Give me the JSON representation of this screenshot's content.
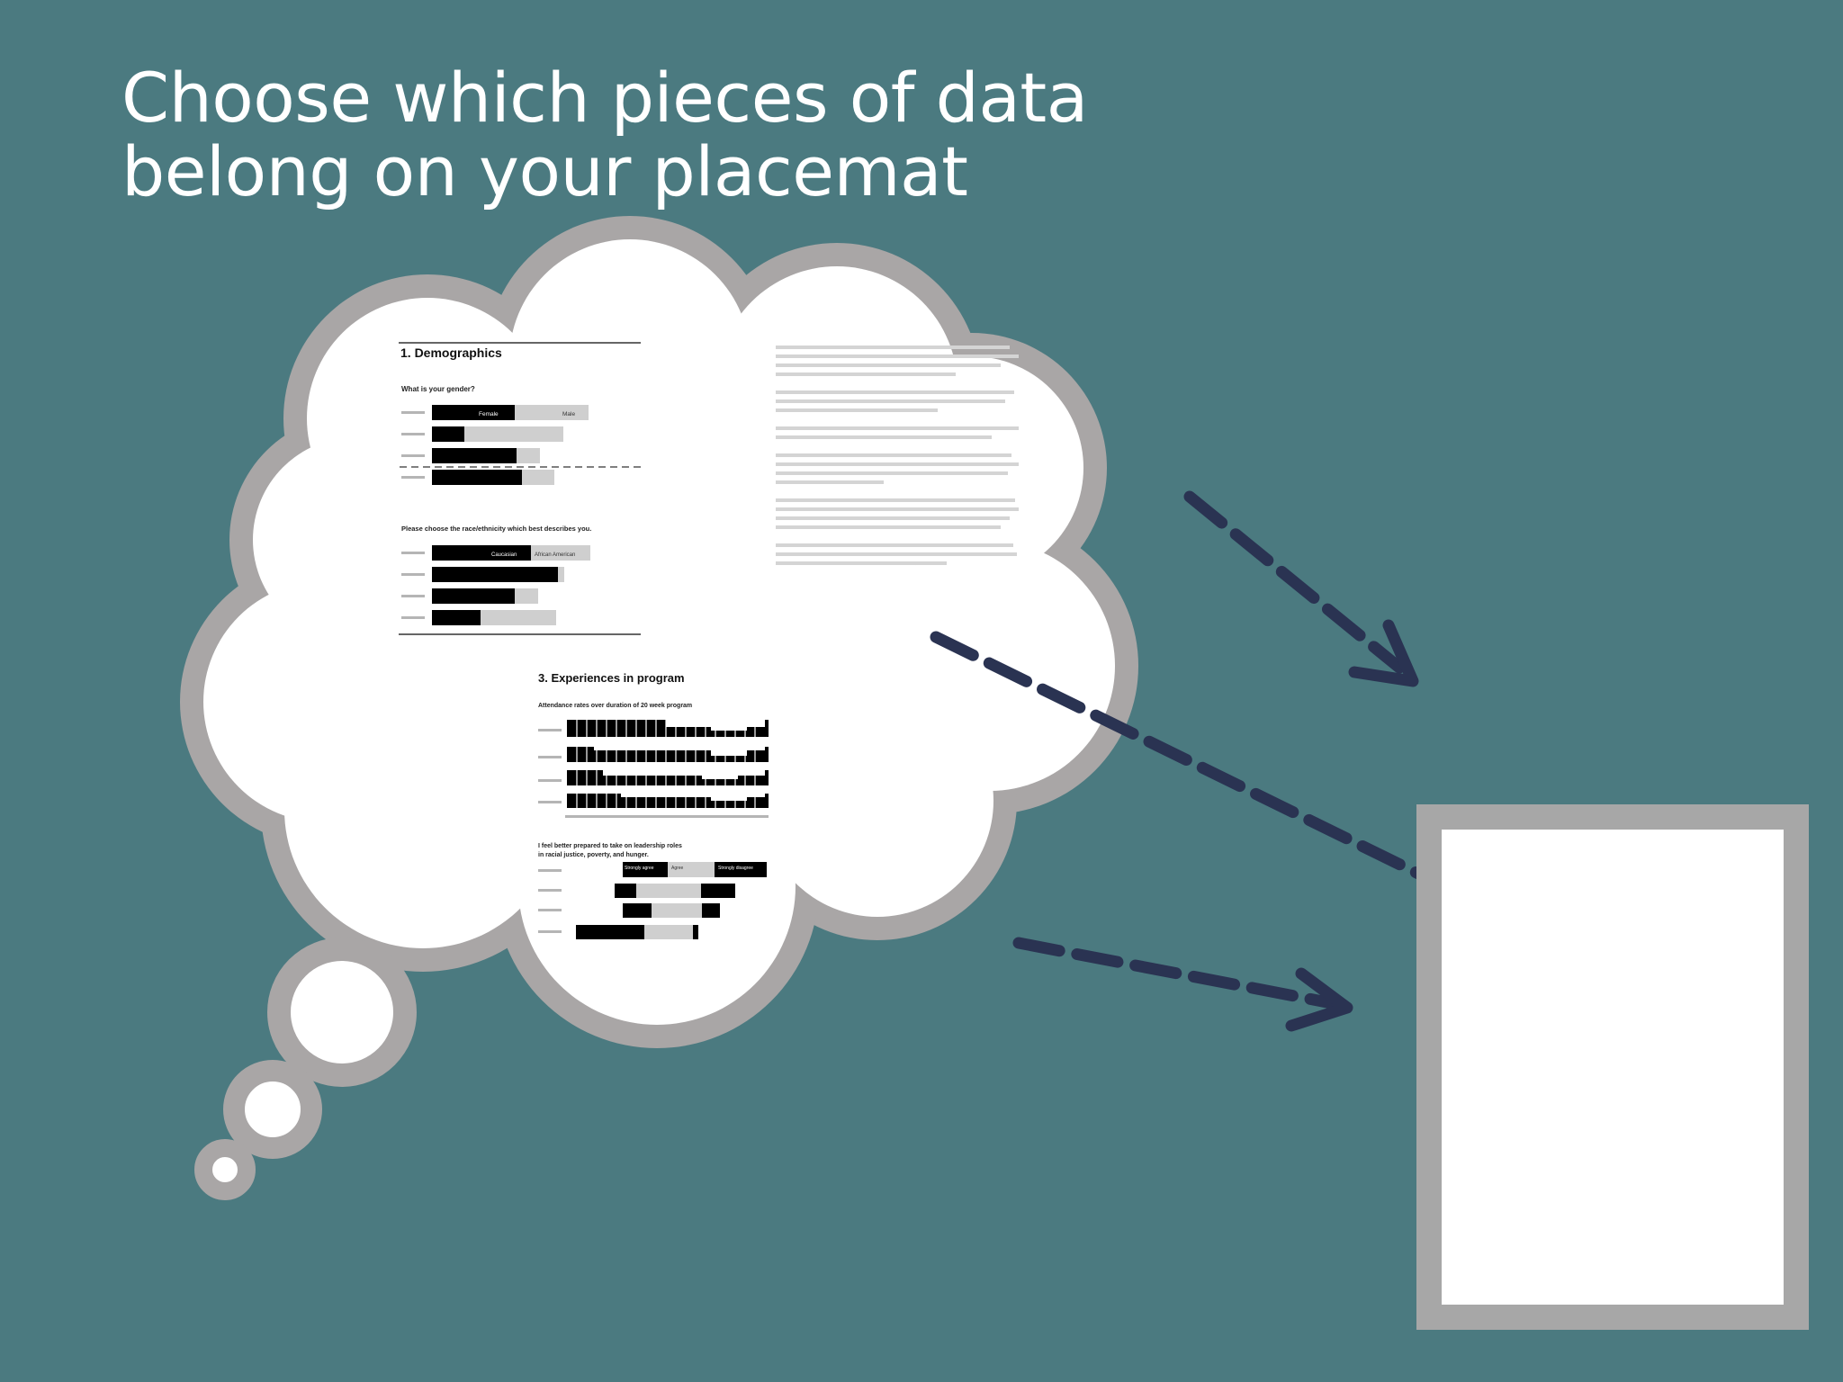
{
  "slide": {
    "title_line1": "Choose which pieces of data",
    "title_line2": "belong on your placemat"
  },
  "report": {
    "demographics": {
      "heading": "1. Demographics",
      "gender_question": "What is your gender?",
      "gender_left_label": "Female",
      "gender_right_label": "Male",
      "race_question": "Please choose the race/ethnicity which best describes you.",
      "race_left_label": "Caucasian",
      "race_right_label": "African American"
    },
    "experiences": {
      "heading": "3. Experiences in program",
      "attendance_title": "Attendance rates over duration of 20 week program",
      "leadership_title_line1": "I feel better prepared to take on leadership roles",
      "leadership_title_line2": "in racial justice, poverty, and hunger.",
      "legend": [
        "Strongly agree",
        "Agree",
        "Strongly disagree"
      ]
    }
  },
  "colors": {
    "background": "#4b7a80",
    "cloud_outline": "#a9a6a6",
    "arrow": "#2a3352",
    "placemat_border": "#a7a7a7"
  }
}
